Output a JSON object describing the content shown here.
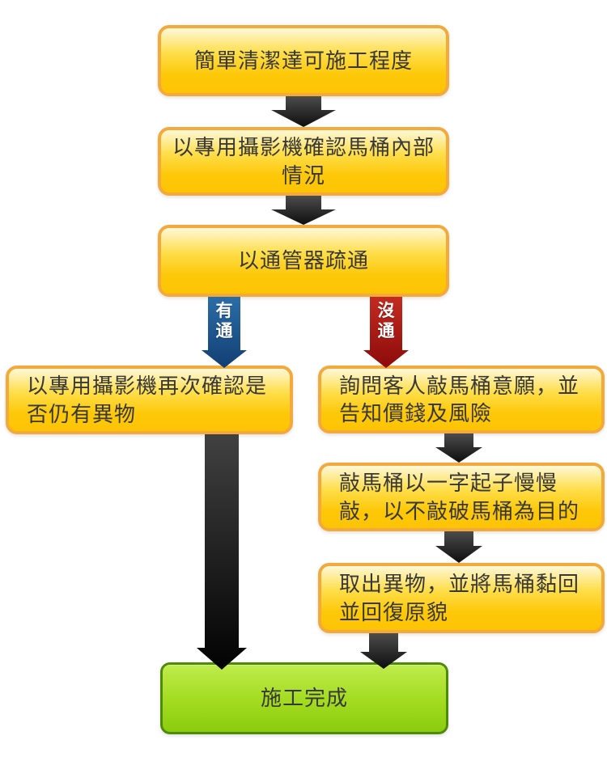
{
  "diagram": {
    "type": "flowchart",
    "background": "#ffffff",
    "colors": {
      "process_fill_top": "#fef8d8",
      "process_fill_bottom": "#fdc404",
      "process_border": "#f3a93c",
      "terminal_fill_top": "#bfec4d",
      "terminal_fill_bottom": "#8bcb0e",
      "terminal_border": "#4e8b07",
      "arrow_default": "#1a1a1a",
      "arrow_yes": "#1c5492",
      "arrow_no": "#a81111",
      "text": "#383838",
      "edge_label_text": "#ffffff"
    },
    "nodes": [
      {
        "id": "step-1",
        "type": "process",
        "label": "簡單清潔達可施工程度"
      },
      {
        "id": "step-2",
        "type": "process",
        "label": "以專用攝影機確認馬桶內部情況"
      },
      {
        "id": "step-3",
        "type": "process",
        "label": "以通管器疏通"
      },
      {
        "id": "step-4-left",
        "type": "process",
        "label": "以專用攝影機再次確認是否仍有異物"
      },
      {
        "id": "step-4-right",
        "type": "process",
        "label": "詢問客人敲馬桶意願，並告知價錢及風險"
      },
      {
        "id": "step-5-right",
        "type": "process",
        "label": "敲馬桶以一字起子慢慢敲，以不敲破馬桶為目的"
      },
      {
        "id": "step-6-right",
        "type": "process",
        "label": "取出異物，並將馬桶黏回並回復原貌"
      },
      {
        "id": "final",
        "type": "terminal",
        "label": "施工完成"
      }
    ],
    "edges": [
      {
        "from": "step-1",
        "to": "step-2",
        "label": "",
        "color": "#1a1a1a"
      },
      {
        "from": "step-2",
        "to": "step-3",
        "label": "",
        "color": "#1a1a1a"
      },
      {
        "from": "step-3",
        "to": "step-4-left",
        "label": "有通",
        "color": "#1c5492"
      },
      {
        "from": "step-3",
        "to": "step-4-right",
        "label": "沒通",
        "color": "#a81111"
      },
      {
        "from": "step-4-right",
        "to": "step-5-right",
        "label": "",
        "color": "#1a1a1a"
      },
      {
        "from": "step-5-right",
        "to": "step-6-right",
        "label": "",
        "color": "#1a1a1a"
      },
      {
        "from": "step-4-left",
        "to": "final",
        "label": "",
        "color": "#1a1a1a"
      },
      {
        "from": "step-6-right",
        "to": "final",
        "label": "",
        "color": "#1a1a1a"
      }
    ]
  }
}
